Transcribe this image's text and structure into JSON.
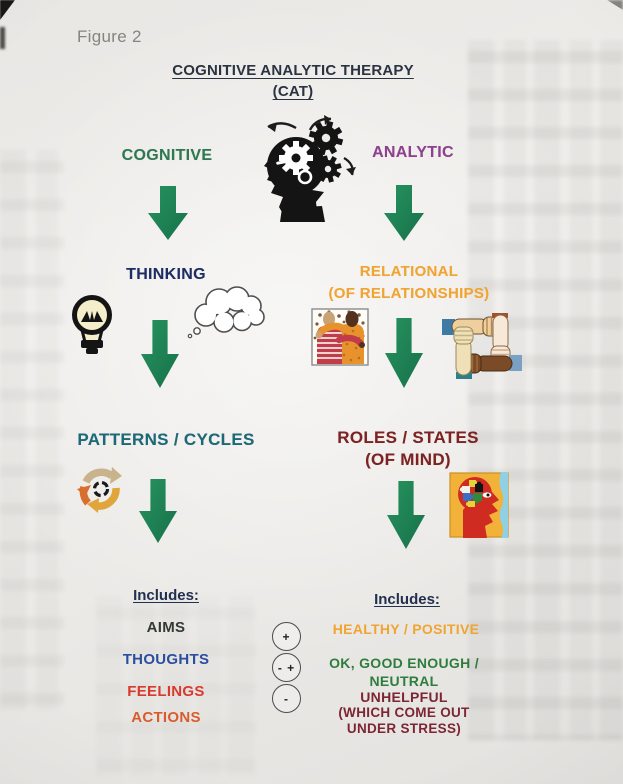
{
  "figure_label": "Figure 2",
  "title": {
    "line1": "COGNITIVE ANALYTIC THERAPY",
    "line2": "(CAT)"
  },
  "flow": {
    "left": {
      "level1": "COGNITIVE",
      "level2": "THINKING",
      "level3": "PATTERNS / CYCLES"
    },
    "right": {
      "level1": "ANALYTIC",
      "level2_line1": "RELATIONAL",
      "level2_line2": "(OF RELATIONSHIPS)",
      "level3_line1": "ROLES / STATES",
      "level3_line2": "(OF MIND)"
    }
  },
  "left_includes": {
    "heading": "Includes:",
    "items": [
      {
        "label": "AIMS",
        "color": "#333a33"
      },
      {
        "label": "THOUGHTS",
        "color": "#2b4ea0"
      },
      {
        "label": "FEELINGS",
        "color": "#d93a2e"
      },
      {
        "label": "ACTIONS",
        "color": "#d95c2e"
      }
    ],
    "badges": [
      "+",
      "- +",
      "-"
    ]
  },
  "right_includes": {
    "heading": "Includes:",
    "items": [
      {
        "lines": [
          "HEALTHY / POSITIVE"
        ],
        "color": "#f0a432"
      },
      {
        "lines": [
          "OK, GOOD ENOUGH /",
          "NEUTRAL"
        ],
        "color": "#2e7d3c"
      },
      {
        "lines": [
          "UNHELPFUL",
          "(WHICH COME OUT",
          "UNDER STRESS)"
        ],
        "color": "#7c2533"
      }
    ]
  },
  "icons": {
    "head_gears": "head-with-gears-icon",
    "lightbulb": "lightbulb-icon",
    "thought_bubble": "thought-bubble-icon",
    "hugging_people": "hugging-people-icon",
    "linked_hands": "linked-hands-icon",
    "cycle_arrows": "cycle-arrows-icon",
    "puzzle_head": "puzzle-head-icon",
    "down_arrow": "green-down-arrow-icon"
  },
  "colors": {
    "arrow_green": "#1f8a5d",
    "cognitive": "#2d7a52",
    "analytic": "#8e4190",
    "thinking": "#1d2d66",
    "relational": "#f0a432",
    "patterns_cycles": "#1c6a78",
    "roles_states": "#7e2222",
    "includes_heading": "#22304f",
    "figure_label": "#85857f",
    "title": "#2a3340"
  }
}
